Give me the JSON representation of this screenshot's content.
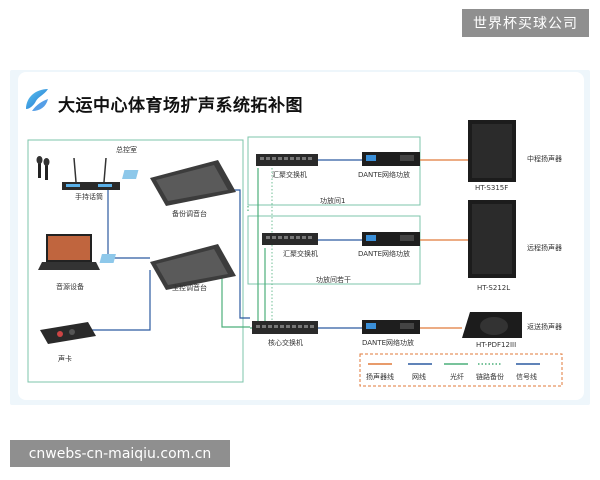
{
  "watermark_top": "世界杯买球公司",
  "watermark_bottom": "cnwebs-cn-maiqiu.com.cn",
  "diagram": {
    "title": "大运中心体育场扩声系统拓补图",
    "rooms": {
      "control_room": "总控室",
      "amp_room_1": "功放间1",
      "amp_room_n": "功放间若干"
    },
    "devices": {
      "handheld_mic": "手持话筒",
      "backup_console": "备份调音台",
      "audio_source": "音源设备",
      "main_console": "主控调音台",
      "sound_card": "声卡",
      "agg_switch_1": "汇聚交换机",
      "agg_switch_2": "汇聚交换机",
      "core_switch": "核心交换机",
      "dante_amp_1": "DANTE网络功放",
      "dante_amp_2": "DANTE网络功放",
      "dante_amp_3": "DANTE网络功放",
      "speaker_mid": "HT-S315F",
      "speaker_far": "HT-S212L",
      "speaker_monitor": "HT-PDF12III",
      "speaker_mid_label": "中程扬声器",
      "speaker_far_label": "远程扬声器",
      "speaker_monitor_label": "返送扬声器"
    },
    "legend": [
      {
        "label": "扬声器线",
        "color": "#e07a3a",
        "style": "solid"
      },
      {
        "label": "网线",
        "color": "#2c5aa0",
        "style": "solid"
      },
      {
        "label": "光纤",
        "color": "#4caf7a",
        "style": "solid"
      },
      {
        "label": "链路备份",
        "color": "#4caf7a",
        "style": "dotted"
      },
      {
        "label": "信号线",
        "color": "#2c5aa0",
        "style": "solid"
      }
    ],
    "colors": {
      "room_border": "#7cc4ab",
      "fiber": "#4caf7a",
      "network": "#2c5aa0",
      "speaker_line": "#e07a3a"
    }
  }
}
